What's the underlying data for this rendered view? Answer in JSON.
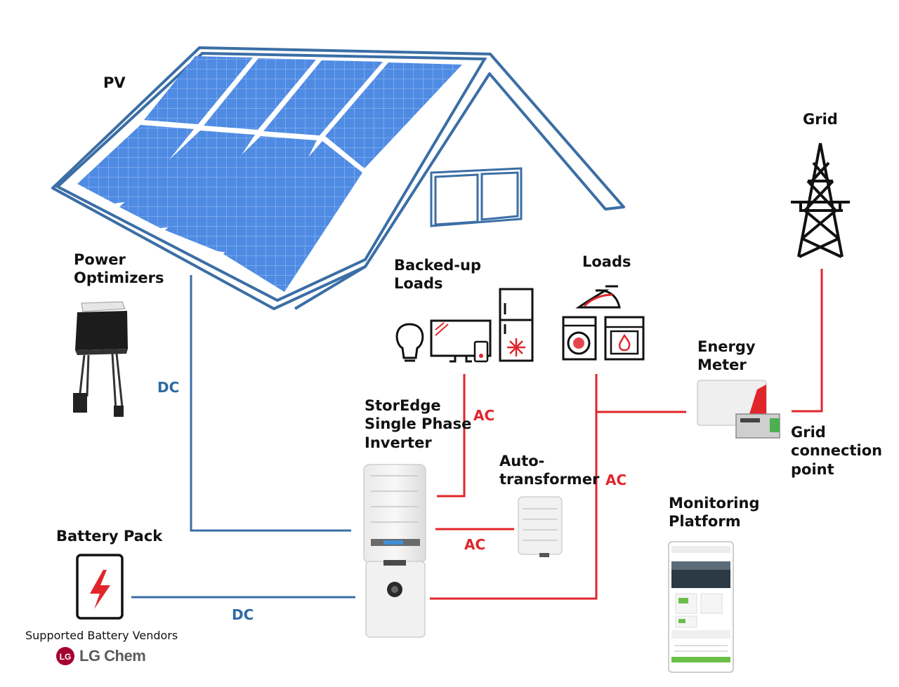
{
  "labels": {
    "pv": "PV",
    "grid": "Grid",
    "power_optimizers_line1": "Power",
    "power_optimizers_line2": "Optimizers",
    "backed_up_loads_line1": "Backed-up",
    "backed_up_loads_line2": "Loads",
    "loads": "Loads",
    "energy_meter_line1": "Energy",
    "energy_meter_line2": "Meter",
    "inverter_line1": "StorEdge",
    "inverter_line2": "Single Phase",
    "inverter_line3": "Inverter",
    "autotransformer_line1": "Auto-",
    "autotransformer_line2": "transformer",
    "grid_connection_line1": "Grid",
    "grid_connection_line2": "connection",
    "grid_connection_line3": "point",
    "monitoring_line1": "Monitoring",
    "monitoring_line2": "Platform",
    "battery_pack": "Battery Pack",
    "supported_vendors": "Supported Battery Vendors",
    "lg_chem": "LG Chem",
    "lg_logo_text": "LG"
  },
  "connections": {
    "dc_optimizers": "DC",
    "dc_battery": "DC",
    "ac_backed_up": "AC",
    "ac_autotransformer": "AC",
    "ac_loads": "AC"
  },
  "colors": {
    "dc_line": "#3b6ea5",
    "ac_line": "#e0262b",
    "panel_cell": "#4f8be3",
    "house_outline": "#3b6ea5",
    "lg_red": "#a50034"
  }
}
